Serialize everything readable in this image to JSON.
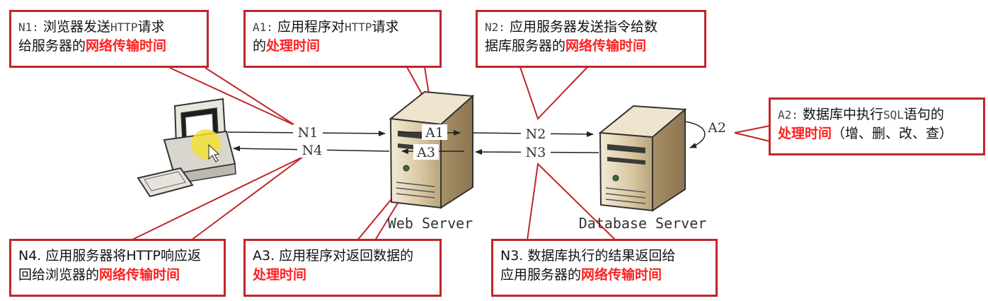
{
  "labels": {
    "n1": "N1",
    "n2": "N2",
    "n3": "N3",
    "n4": "N4",
    "a1": "A1",
    "a2": "A2",
    "a3": "A3",
    "web_server": "Web Server",
    "database_server": "Database Server"
  },
  "callouts": {
    "n1": {
      "code": "N1:",
      "text1": " 浏览器发送",
      "code2": "HTTP",
      "text2": "请求",
      "text3": "给服务器的",
      "highlight": "网络传输时间"
    },
    "a1": {
      "code": "A1:",
      "text1": " 应用程序对",
      "code2": "HTTP",
      "text2": "请求",
      "text3": "的",
      "highlight": "处理时间"
    },
    "n2": {
      "code": "N2:",
      "text1": " 应用服务器发送指令给数",
      "text3": "据库服务器的",
      "highlight": "网络传输时间"
    },
    "a2": {
      "code": "A2:",
      "text1": " 数据库中执行",
      "code2": "SQL",
      "text2": "语句的",
      "highlight": "处理时间",
      "text3": "（增、删、改、查）"
    },
    "n4": {
      "prefix": "N4.",
      "text1": " 应用服务器将HTTP响应返",
      "text3": "回给浏览器的",
      "highlight": "网络传输时间"
    },
    "a3": {
      "prefix": "A3.",
      "text1": " 应用程序对返回数据的",
      "highlight": "处理时间"
    },
    "n3": {
      "prefix": "N3.",
      "text1": " 数据库执行的结果返回给",
      "text3": "应用服务器的",
      "highlight": "网络传输时间"
    }
  },
  "colors": {
    "callout_border": "#c0262a",
    "highlight": "#ff1f1f",
    "server_body": "#d9c9a6"
  }
}
